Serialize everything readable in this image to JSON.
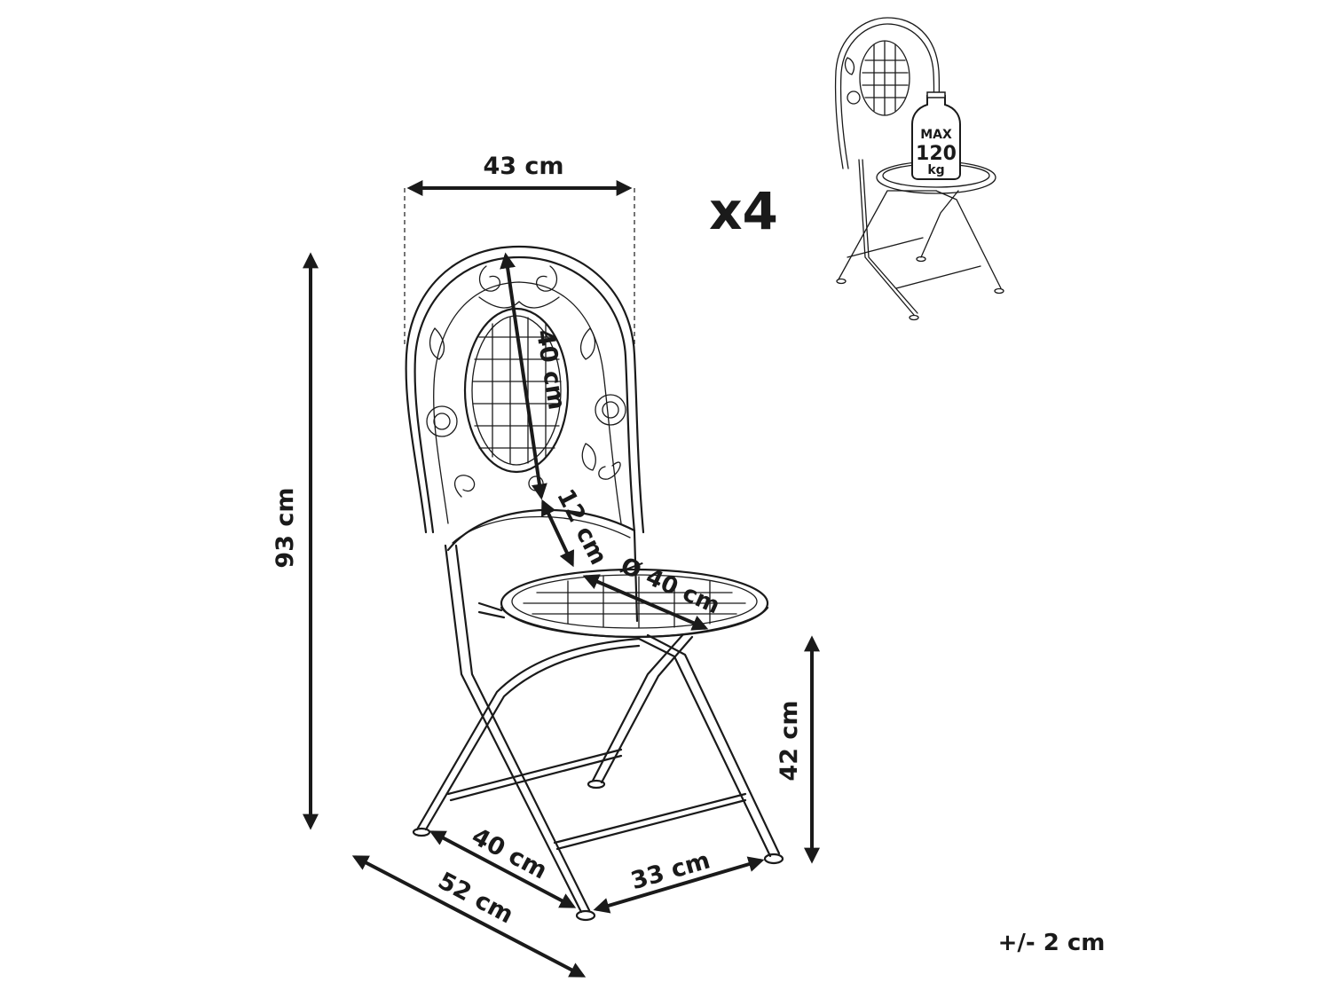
{
  "dimensions": {
    "width_top": "43 cm",
    "height_total": "93 cm",
    "backrest_height": "40 cm",
    "backrest_gap": "12 cm",
    "seat_diameter": "Ø 40 cm",
    "seat_height": "42 cm",
    "depth_inner": "40 cm",
    "depth_outer": "52 cm",
    "base_width": "33 cm"
  },
  "quantity": "x4",
  "load_badge": {
    "line1": "MAX",
    "line2": "120",
    "line3": "kg"
  },
  "tolerance": "+/- 2 cm",
  "colors": {
    "ink": "#1a1a1a",
    "background": "#ffffff"
  }
}
